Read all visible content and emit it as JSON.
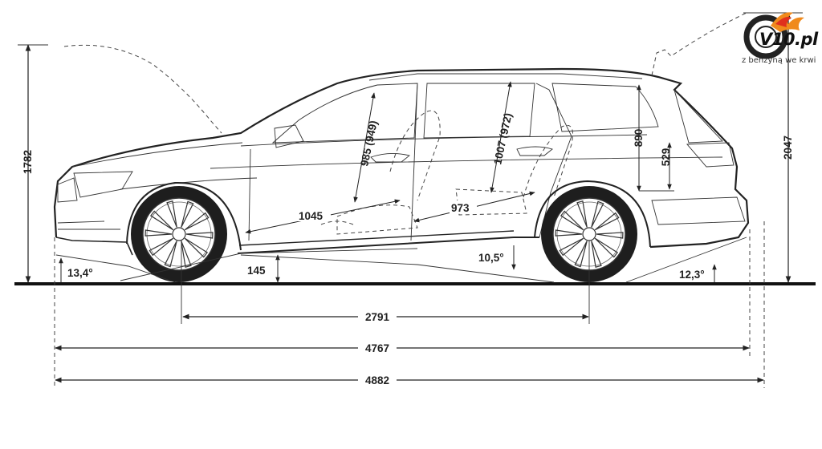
{
  "brand": {
    "logo_text": "V10.pl",
    "slogan": "z benzyną we krwi"
  },
  "dimensions": {
    "height": "1782",
    "height_open_tailgate": "2047",
    "front_overhang_angle": "13,4°",
    "ground_clearance": "145",
    "ramp_angle": "10,5°",
    "rear_overhang_angle": "12,3°",
    "wheelbase": "2791",
    "length": "4767",
    "length_with_hitch": "4882",
    "front_headroom": "985 (949)",
    "rear_headroom": "1007 (972)",
    "front_legroom": "1045",
    "rear_legroom": "973",
    "cargo_height": "890",
    "loading_sill": "529"
  },
  "colors": {
    "ink": "#222222",
    "logo_flame": "#f08a1c",
    "logo_red": "#e0301e"
  }
}
